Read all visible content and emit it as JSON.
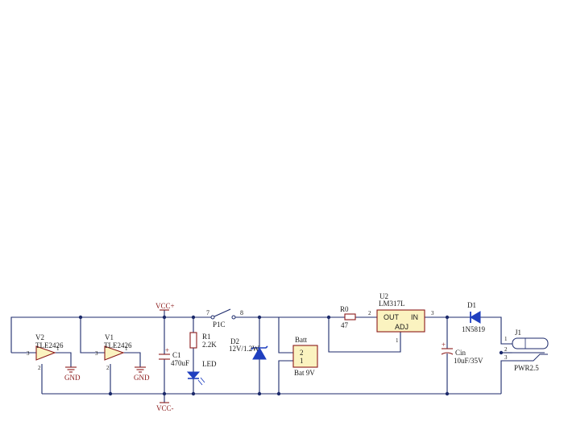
{
  "labels": {
    "vcc_plus": "VCC+",
    "vcc_minus": "VCC-",
    "v2_ref": "V2",
    "v2_part": "TLE2426",
    "v2_pin3": "3",
    "v2_pin1": "1",
    "v2_pin2": "2",
    "v2_gnd": "GND",
    "v1_ref": "V1",
    "v1_part": "TLE2426",
    "v1_pin3": "3",
    "v1_pin1": "1",
    "v1_pin2": "2",
    "v1_gnd": "GND",
    "c1_ref": "C1",
    "c1_val": "470uF",
    "c1_plus": "+",
    "r1_ref": "R1",
    "r1_val": "2.2K",
    "led": "LED",
    "switch_ref": "P1C",
    "switch_pin7": "7",
    "switch_pin8": "8",
    "d2_ref": "D2",
    "d2_val": "12V/1.2W",
    "batt_ref": "Batt",
    "batt_val": "Bat 9V",
    "batt_pin2": "2",
    "batt_pin1": "1",
    "r0_ref": "R0",
    "r0_val": "47",
    "r0_pin2": "2",
    "u2_ref": "U2",
    "u2_part": "LM317L",
    "u2_out": "OUT",
    "u2_in": "IN",
    "u2_adj": "ADJ",
    "u2_pin3": "3",
    "u2_pin1": "1",
    "cin_ref": "Cin",
    "cin_val": "10uF/35V",
    "cin_plus": "+",
    "d1_ref": "D1",
    "d1_val": "1N5819",
    "j1_ref": "J1",
    "j1_val": "PWR2.5",
    "j1_pin1": "1",
    "j1_pin2": "2",
    "j1_pin3": "3"
  },
  "colors": {
    "wire": "#1c2a6b",
    "component": "#8b1a1a",
    "ic_fill": "#fbf3c0",
    "diode_fill": "#1f3fbf"
  }
}
